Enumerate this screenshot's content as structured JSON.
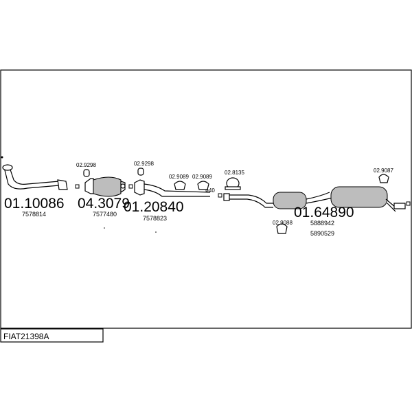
{
  "title": "FIAT21398A",
  "parts": [
    {
      "key": "p1",
      "main": "01.10086",
      "sub": [
        "7578814"
      ]
    },
    {
      "key": "p2",
      "main": "04.3079",
      "sub": [
        "7577480"
      ],
      "accessory": "02.9298"
    },
    {
      "key": "p3",
      "main": "01.20840",
      "sub": [
        "7578823"
      ],
      "accessory": "02.9298"
    },
    {
      "key": "p4",
      "main": "01.64890",
      "sub": [
        "5888942",
        "5890529"
      ]
    }
  ],
  "accessories": [
    "02.9089",
    "02.9089",
    "02.8135",
    "02.9088",
    "02.9087"
  ],
  "pipe_label": "ø40"
}
